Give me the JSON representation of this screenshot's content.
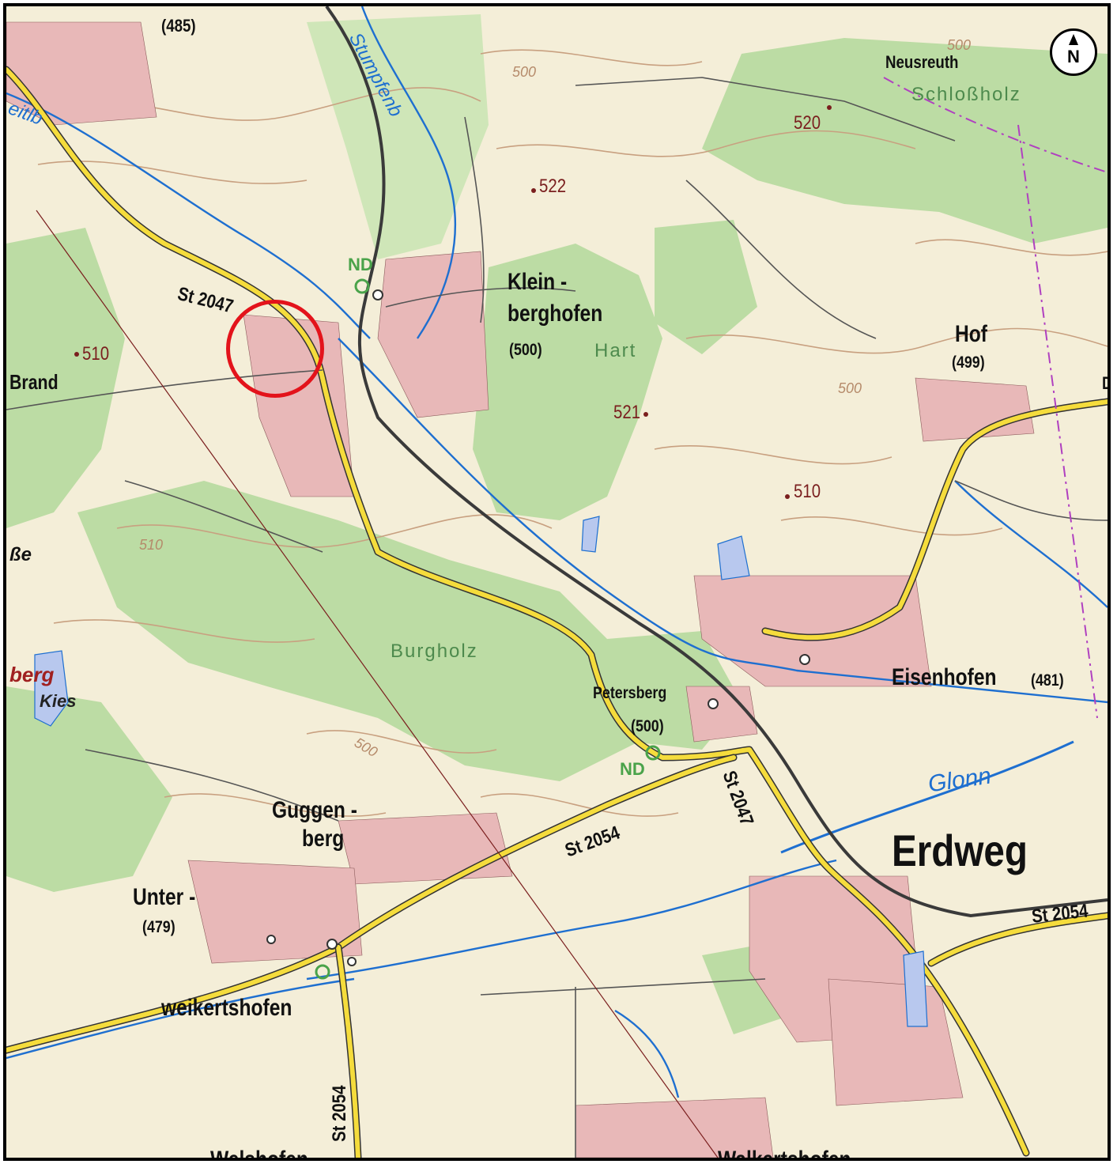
{
  "map": {
    "colors": {
      "background": "#f4eed8",
      "forest": "#b7d9a0",
      "forest_light": "#d4e8bc",
      "road_primary": "#f5dc3c",
      "road_casing": "#333333",
      "railway": "#3a3a3a",
      "water": "#1e6fd0",
      "contour": "#c8a080",
      "settlement": "#e8b8b8",
      "highlight_circle": "#e3131b"
    },
    "north_arrow_label": "N",
    "places": {
      "neusreuth": "Neusreuth",
      "klein": "Klein -",
      "berghofen": "berghofen",
      "kleinberghofen_elev": "(500)",
      "hof": "Hof",
      "hof_elev": "(499)",
      "brand": "Brand",
      "eisenhofen": "Eisenhofen",
      "eisenhofen_elev": "(481)",
      "petersberg": "Petersberg",
      "petersberg_elev": "(500)",
      "guggen": "Guggen -",
      "berg": "berg",
      "unter": "Unter -",
      "unter_elev": "(479)",
      "weikertshofen": "weikertshofen",
      "erdweg": "Erdweg",
      "top_left_elev": "(485)",
      "bottom_left": "Welshofen",
      "bottom_right": "Walkertshofen",
      "right_edge": "D"
    },
    "forests": {
      "schlossholz": "Schloßholz",
      "hart": "Hart",
      "burgholz": "Burgholz"
    },
    "spot_heights": {
      "h522": "522",
      "h520": "520",
      "h521": "521",
      "h510_a": "510",
      "h510_b": "510"
    },
    "contour_labels": {
      "c500_top": "500",
      "c500_top2": "500",
      "c500_mid": "500",
      "c510": "510",
      "c500_low": "500"
    },
    "roads": {
      "st2047_a": "St 2047",
      "st2047_b": "St 2047",
      "st2054_a": "St 2054",
      "st2054_b": "St 2054",
      "st2054_c": "St 2054"
    },
    "waters": {
      "stumpfenb": "Stumpfenb",
      "glonn": "Glonn",
      "leitlb": "eitlb"
    },
    "markers": {
      "nd_1": "ND",
      "nd_2": "ND"
    },
    "misc": {
      "kies": "Kies",
      "berg_edge": "berg",
      "sse_edge": "ße"
    }
  }
}
